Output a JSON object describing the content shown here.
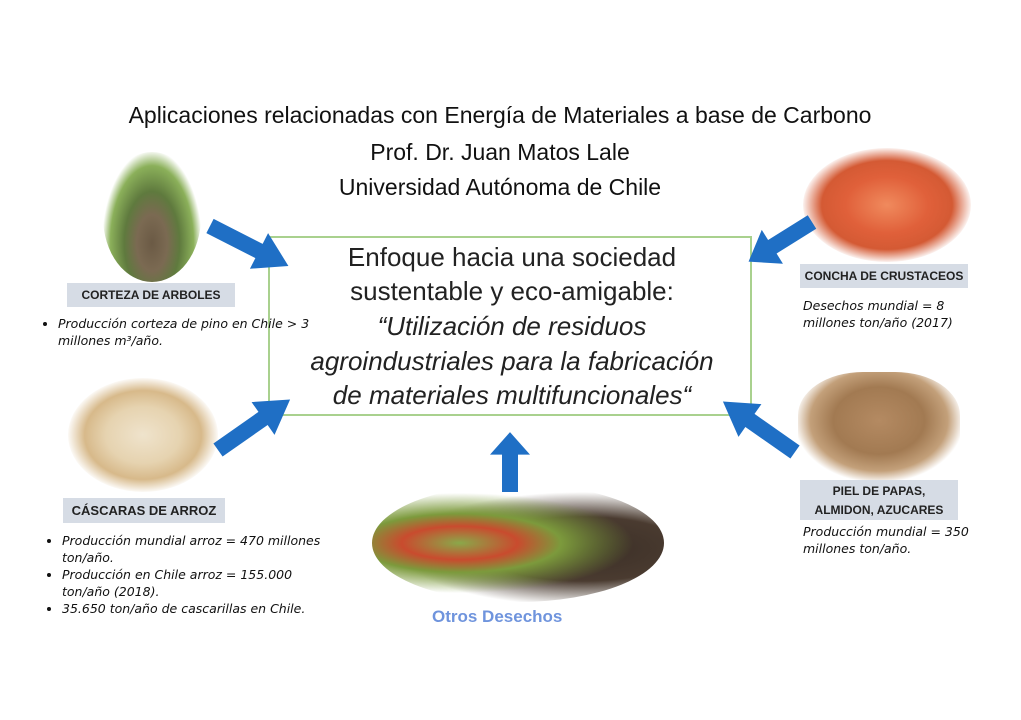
{
  "header": {
    "title": "Aplicaciones relacionadas con Energía de Materiales a base de Carbono",
    "author": "Prof. Dr. Juan Matos Lale",
    "institution": "Universidad Autónoma de Chile"
  },
  "center": {
    "lines": [
      "Enfoque hacia una sociedad",
      "sustentable y eco-amigable:",
      "“Utilización de residuos",
      "agroindustriales para la fabricación",
      "de materiales multifuncionales“"
    ]
  },
  "sources": {
    "corteza": {
      "label": "CORTEZA DE ARBOLES",
      "notes": [
        "Producción corteza de pino en Chile > 3 millones m³/año."
      ]
    },
    "cascaras": {
      "label": "CÁSCARAS DE ARROZ",
      "notes": [
        "Producción mundial arroz =  470 millones ton/año.",
        "Producción en Chile arroz =  155.000 ton/año (2018).",
        "35.650 ton/año de cascarillas en Chile."
      ]
    },
    "concha": {
      "label": "CONCHA DE CRUSTACEOS",
      "note": "Desechos mundial = 8 millones ton/año (2017)"
    },
    "papas": {
      "label_line1": "PIEL DE PAPAS,",
      "label_line2": "ALMIDON, AZUCARES",
      "note": "Producción mundial = 350 millones ton/año."
    },
    "otros": {
      "label": "Otros Desechos"
    }
  },
  "colors": {
    "arrow": "#1f6fc5",
    "box_border": "#a9d18e",
    "label_bg": "#d6dce5",
    "otros": "#6f94dd"
  }
}
